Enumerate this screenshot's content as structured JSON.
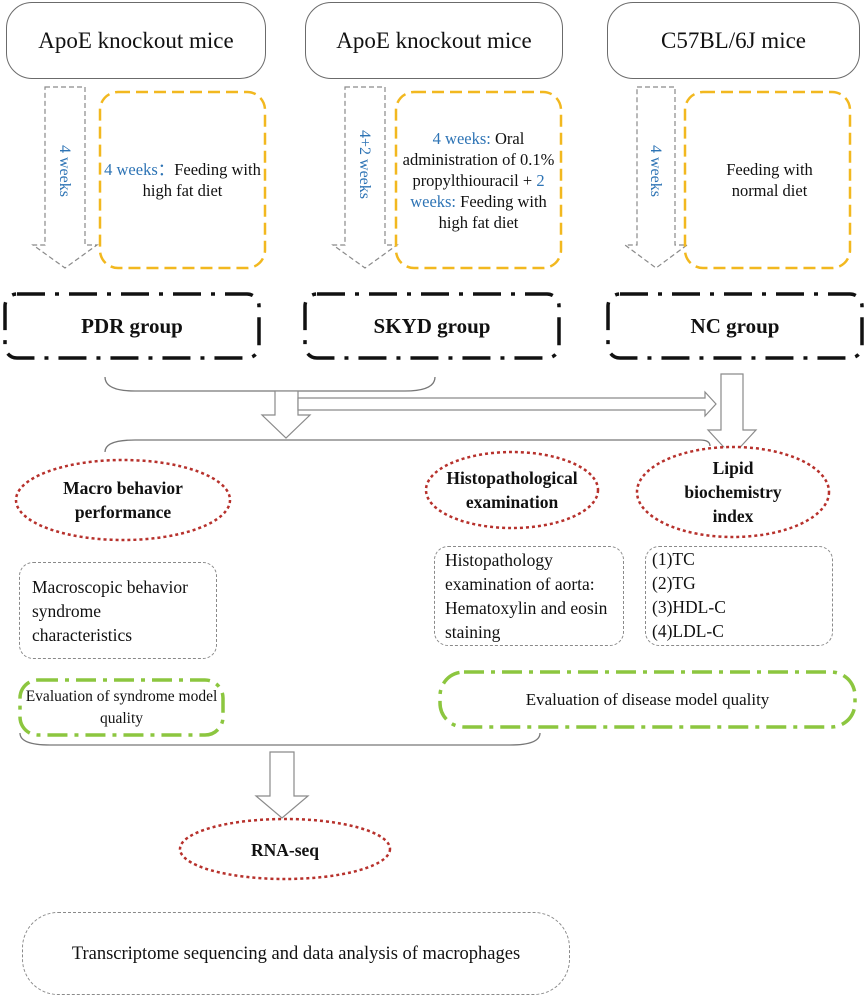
{
  "sources": [
    {
      "label": "ApoE knockout mice"
    },
    {
      "label": "ApoE knockout mice"
    },
    {
      "label": "C57BL/6J mice"
    }
  ],
  "arrows": {
    "pdr_duration": "4 weeks",
    "skyd_duration": "4+2 weeks",
    "nc_duration": "4 weeks"
  },
  "treatments": {
    "pdr": {
      "prefix": "4 weeks：",
      "rest": "Feeding with high fat diet"
    },
    "skyd": {
      "prefix1": "4 weeks:",
      "rest1": "Oral administration of 0.1% propylthiouracil +",
      "prefix2": "2 weeks:",
      "rest2": "Feeding with high fat diet"
    },
    "nc": {
      "text": "Feeding with normal diet"
    }
  },
  "groups": [
    "PDR group",
    "SKYD group",
    "NC group"
  ],
  "evaluations": {
    "macro": {
      "title_line1": "Macro behavior",
      "title_line2": "performance",
      "detail": "Macroscopic behavior syndrome characteristics",
      "quality": "Evaluation of syndrome model quality"
    },
    "histo": {
      "title_line1": "Histopathological",
      "title_line2": "examination",
      "detail": "Histopathology examination of aorta: Hematoxylin and eosin staining"
    },
    "lipid": {
      "title_line1": "Lipid",
      "title_line2": "biochemistry",
      "title_line3": "index",
      "items": [
        "(1)TC",
        "(2)TG",
        "(3)HDL-C",
        "(4)LDL-C"
      ]
    },
    "disease_quality": "Evaluation of disease model quality"
  },
  "rnaseq": {
    "title": "RNA-seq",
    "detail": "Transcriptome sequencing and data analysis of macrophages"
  },
  "colors": {
    "yellow_dash": "#f2b81f",
    "green_dash": "#8cc63f",
    "red_dots": "#b7312c",
    "blue_text": "#2e74b5",
    "gray_line": "#8a8a8a"
  }
}
